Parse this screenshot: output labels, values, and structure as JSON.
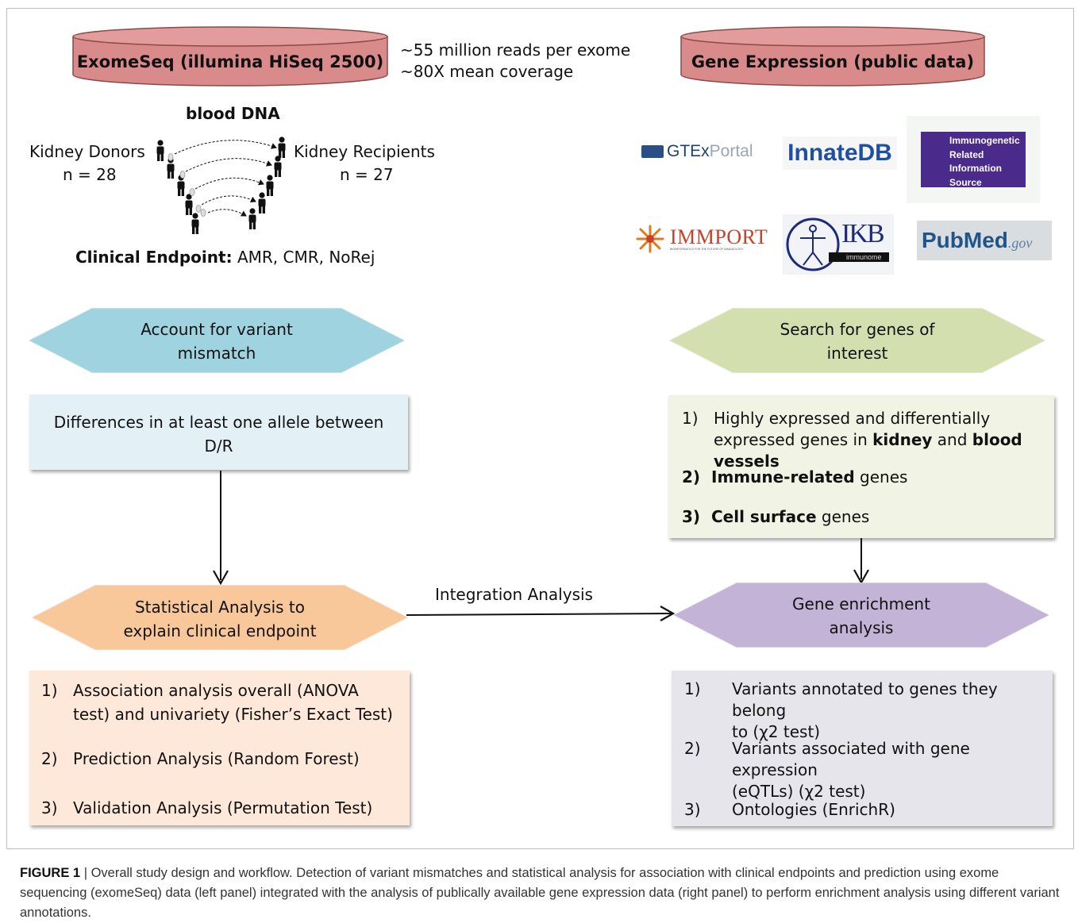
{
  "left": {
    "cylinder_label": "ExomeSeq (illumina HiSeq 2500)",
    "reads_line1": "~55 million reads per exome",
    "reads_line2": "~80X mean coverage",
    "blood_dna": "blood DNA",
    "donors_label": "Kidney Donors",
    "donors_n": "n = 28",
    "recipients_label": "Kidney Recipients",
    "recipients_n": "n = 27",
    "endpoint_label": "Clinical Endpoint:",
    "endpoint_values": "AMR, CMR, NoRej",
    "hex1_line1": "Account for variant",
    "hex1_line2": "mismatch",
    "box1_line1": "Differences in at least one allele between",
    "box1_line2": "D/R",
    "hex2_line1": "Statistical Analysis to",
    "hex2_line2": "explain clinical endpoint",
    "list": [
      {
        "num": "1)",
        "line1": "Association analysis overall (ANOVA",
        "line2": "test) and univariety (Fisher’s Exact Test)"
      },
      {
        "num": "2)",
        "line1": "Prediction Analysis (Random Forest)"
      },
      {
        "num": "3)",
        "line1": "Validation Analysis (Permutation Test)"
      }
    ]
  },
  "middle": {
    "integration_label": "Integration Analysis"
  },
  "right": {
    "cylinder_label": "Gene Expression (public data)",
    "logos": {
      "gtex_a": "GTEx",
      "gtex_b": "Portal",
      "innatedb": "InnateDB",
      "iris_lines": [
        "Immunogenetic",
        "Related",
        "Information",
        "Source"
      ],
      "immport": "IMMPORT",
      "immport_sub": "BIOINFORMATICS FOR THE FUTURE OF IMMUNOLOGY",
      "ikb": "IKB",
      "ikb_sub": "immunome",
      "pubmed_a": "Pub",
      "pubmed_b": "Med",
      "pubmed_c": ".gov"
    },
    "hex1_line1": "Search for genes  of",
    "hex1_line2": "interest",
    "box1": {
      "item1_num": "1)",
      "item1_line1": "Highly expressed and differentially",
      "item1_line2_a": "expressed genes in ",
      "item1_line2_b": "kidney",
      "item1_line2_c": " and ",
      "item1_line2_d": "blood vessels",
      "item2_num": "2)",
      "item2_bold": "Immune-related",
      "item2_rest": " genes",
      "item3_num": "3)",
      "item3_bold": "Cell surface",
      "item3_rest": " genes"
    },
    "hex2_line1": "Gene enrichment",
    "hex2_line2": "analysis",
    "list": [
      {
        "num": "1)",
        "line1": "Variants annotated to genes they belong",
        "line2": "to (χ2 test)"
      },
      {
        "num": "2)",
        "line1": "Variants associated with gene expression",
        "line2": "(eQTLs) (χ2 test)"
      },
      {
        "num": "3)",
        "line1": "Ontologies (EnrichR)"
      }
    ]
  },
  "caption": {
    "label": "FIGURE 1",
    "separator": " | ",
    "text": "Overall study design and workflow. Detection of variant mismatches and statistical analysis for association with clinical endpoints and prediction using exome sequencing (exomeSeq) data (left panel) integrated with the analysis of publically available gene expression data (right panel) to perform enrichment analysis using different variant annotations."
  },
  "colors": {
    "cylinder": "#d98a8a",
    "hex_blue": "#9fd3e0",
    "box_blue": "#e3f0f6",
    "hex_green": "#d4dfb0",
    "box_green": "#f1f4e4",
    "hex_orange": "#f8c79a",
    "box_orange": "#fde8da",
    "hex_purple": "#c3b3d6",
    "box_purple": "#e7e5ec"
  }
}
